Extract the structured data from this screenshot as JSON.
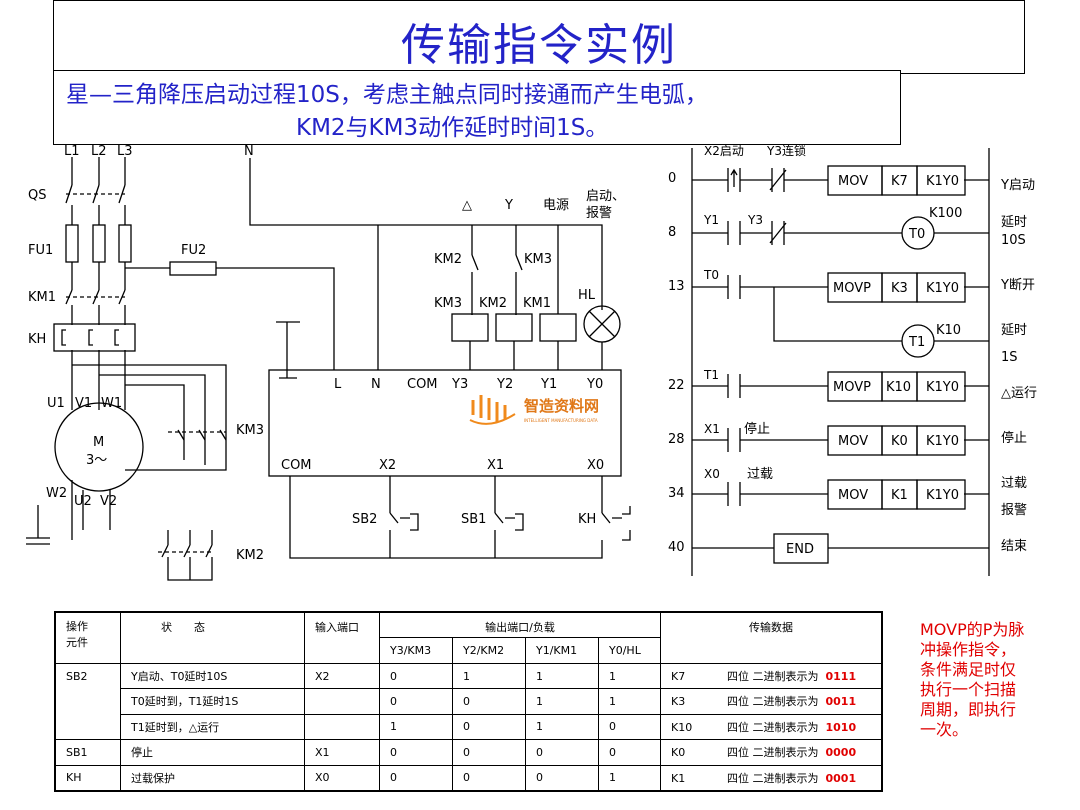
{
  "title": "传输指令实例",
  "subtitle": {
    "line1": "星—三角降压启动过程10S，考虑主触点同时接通而产生电弧，",
    "line2": "KM2与KM3动作延时时间1S。"
  },
  "circuit": {
    "phases": [
      "L1",
      "L2",
      "L3",
      "N"
    ],
    "qs": "QS",
    "fu1": "FU1",
    "fu2": "FU2",
    "km1": "KM1",
    "kh": "KH",
    "km3": "KM3",
    "km2": "KM2",
    "motor": {
      "name": "M",
      "phase": "3～",
      "terminals": [
        "U1",
        "V1",
        "W1",
        "W2",
        "U2",
        "V2"
      ]
    },
    "out_heads": [
      "△",
      "Y",
      "电源",
      "启动、",
      "报警"
    ],
    "contacts": [
      "KM2",
      "KM3"
    ],
    "coils": [
      "KM3",
      "KM2",
      "KM1"
    ],
    "lamp": "HL",
    "plc_top": [
      "L",
      "N",
      "COM",
      "Y3",
      "Y2",
      "Y1",
      "Y0"
    ],
    "plc_bottom": [
      "COM",
      "X2",
      "X1",
      "X0"
    ],
    "switches": [
      "SB2",
      "SB1",
      "KH"
    ],
    "watermark": {
      "cn": "智造资料网",
      "en": "INTELLIGENT MANUFACTURING DATA"
    }
  },
  "ladder": {
    "rungs": [
      {
        "step": "0",
        "c1": "X2启动",
        "c2": "Y3连锁",
        "instr": "MOV",
        "op1": "K7",
        "op2": "K1Y0",
        "cm": "Y启动"
      },
      {
        "step": "8",
        "c1": "Y1",
        "c2": "Y3",
        "timer": "T0",
        "timer_k": "K100",
        "cm": "延时",
        "cm2": "10S"
      },
      {
        "step": "13",
        "c1": "T0",
        "instr": "MOVP",
        "op1": "K3",
        "op2": "K1Y0",
        "cm": "Y断开",
        "timer": "T1",
        "timer_k": "K10",
        "cm3": "延时",
        "cm4": "1S"
      },
      {
        "step": "22",
        "c1": "T1",
        "instr": "MOVP",
        "op1": "K10",
        "op2": "K1Y0",
        "cm": "△运行"
      },
      {
        "step": "28",
        "c1": "X1",
        "c1b": "停止",
        "instr": "MOV",
        "op1": "K0",
        "op2": "K1Y0",
        "cm": "停止"
      },
      {
        "step": "34",
        "c1": "X0",
        "c1b": "过载",
        "instr": "MOV",
        "op1": "K1",
        "op2": "K1Y0",
        "cm": "过载",
        "cm2": "报警"
      },
      {
        "step": "40",
        "end": "END",
        "cm": "结束"
      }
    ]
  },
  "table": {
    "h_elem": "操作\n元件",
    "h_state": "状　　态",
    "h_in": "输入端口",
    "h_out": "输出端口/负载",
    "h_data": "传输数据",
    "out_cols": [
      "Y3/KM3",
      "Y2/KM2",
      "Y1/KM1",
      "Y0/HL"
    ],
    "bin_prefix": "四位 二进制表示为",
    "rows": [
      {
        "elem": "SB2",
        "state": "Y启动、T0延时10S",
        "in": "X2",
        "o": [
          "0",
          "1",
          "1",
          "1"
        ],
        "k": "K7",
        "bin": "0111"
      },
      {
        "elem": "",
        "state": "T0延时到，T1延时1S",
        "in": "",
        "o": [
          "0",
          "0",
          "1",
          "1"
        ],
        "k": "K3",
        "bin": "0011"
      },
      {
        "elem": "",
        "state": "T1延时到，△运行",
        "in": "",
        "o": [
          "1",
          "0",
          "1",
          "0"
        ],
        "k": "K10",
        "bin": "1010"
      },
      {
        "elem": "SB1",
        "state": "停止",
        "in": "X1",
        "o": [
          "0",
          "0",
          "0",
          "0"
        ],
        "k": "K0",
        "bin": "0000"
      },
      {
        "elem": "KH",
        "state": "过载保护",
        "in": "X0",
        "o": [
          "0",
          "0",
          "0",
          "1"
        ],
        "k": "K1",
        "bin": "0001"
      }
    ]
  },
  "note": "MOVP的P为脉冲操作指令，条件满足时仅执行一个扫描周期，即执行一次。"
}
